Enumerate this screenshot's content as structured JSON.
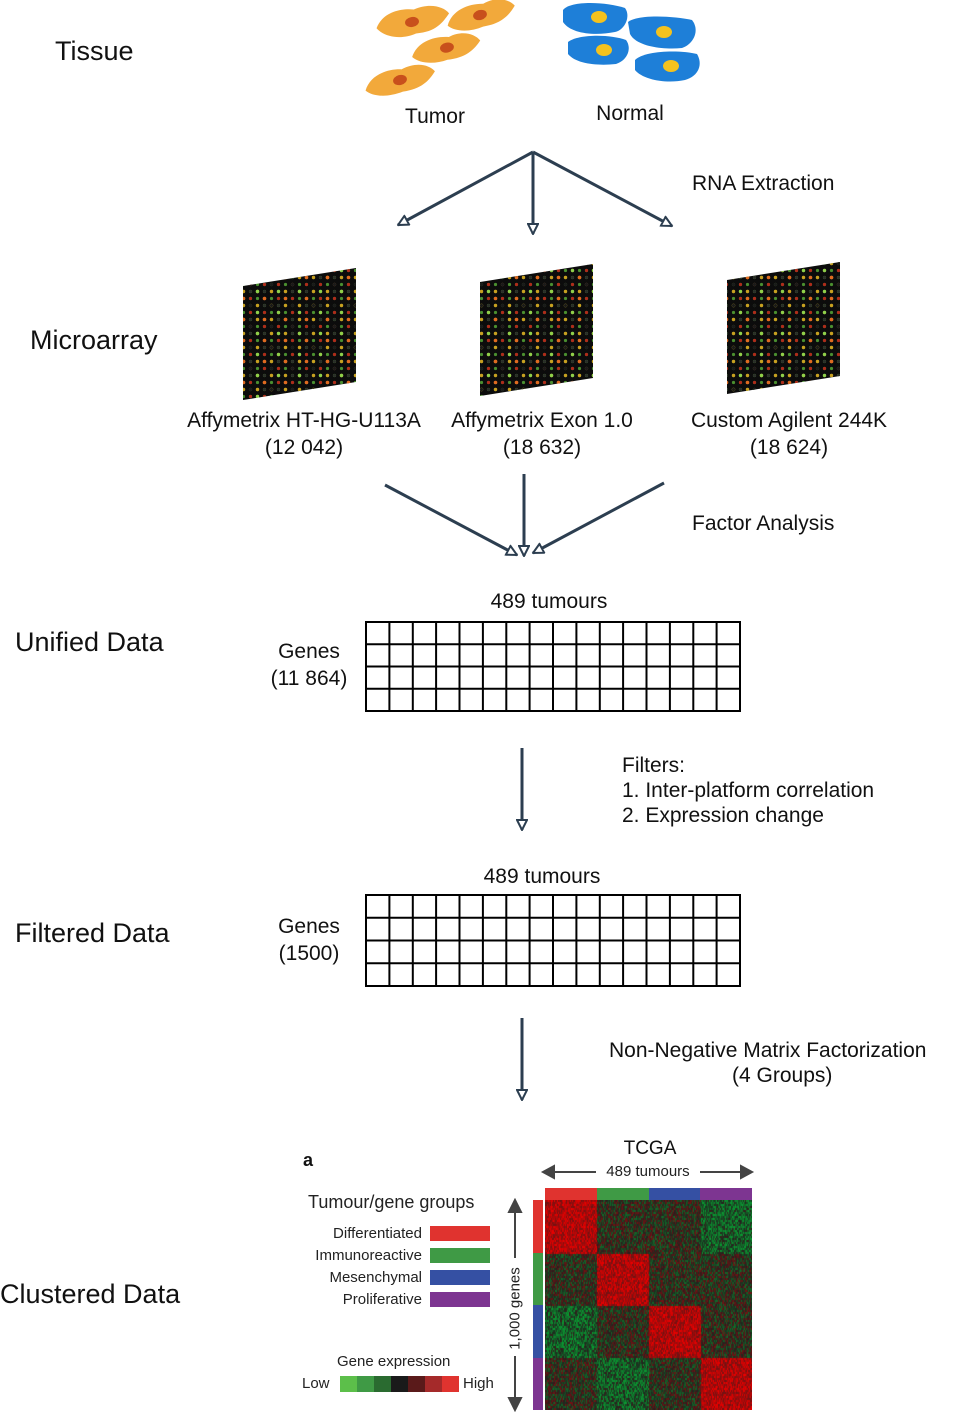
{
  "stages": {
    "tissue": "Tissue",
    "microarray": "Microarray",
    "unified": "Unified Data",
    "filtered": "Filtered Data",
    "clustered": "Clustered Data"
  },
  "tissue": {
    "tumor": "Tumor",
    "normal": "Normal"
  },
  "steps": {
    "rna": "RNA Extraction",
    "factor": "Factor Analysis",
    "filters_title": "Filters:",
    "filters": [
      "1. Inter-platform correlation",
      "2. Expression change"
    ],
    "nmf_line1": "Non-Negative Matrix Factorization",
    "nmf_line2": "(4 Groups)"
  },
  "platforms": [
    {
      "name": "Affymetrix HT-HG-U113A",
      "count": "(12 042)"
    },
    {
      "name": "Affymetrix Exon 1.0",
      "count": "(18 632)"
    },
    {
      "name": "Custom Agilent 244K",
      "count": "(18 624)"
    }
  ],
  "unified": {
    "columns_label": "489 tumours",
    "rows_label": "Genes",
    "rows_count": "(11 864)"
  },
  "filtered": {
    "columns_label": "489 tumours",
    "rows_label": "Genes",
    "rows_count": "(1500)"
  },
  "heatmap": {
    "panel_letter": "a",
    "title": "TCGA",
    "columns_label": "489 tumours",
    "rows_label": "1,000 genes",
    "legend_title": "Tumour/gene groups",
    "groups": [
      {
        "name": "Differentiated",
        "color": "#e0332f"
      },
      {
        "name": "Immunoreactive",
        "color": "#3f9a45"
      },
      {
        "name": "Mesenchymal",
        "color": "#3550a3"
      },
      {
        "name": "Proliferative",
        "color": "#7d3591"
      }
    ],
    "expression_title": "Gene expression",
    "expression_low": "Low",
    "expression_high": "High",
    "expression_colors": [
      "#5cbf4a",
      "#3f9a45",
      "#2a6b30",
      "#1a1a1a",
      "#5a1a1a",
      "#a52a2a",
      "#e0332f"
    ]
  },
  "colors": {
    "tumor_cell": "#f2a93b",
    "tumor_nucleus": "#c8501c",
    "normal_cell": "#1e7fd8",
    "normal_nucleus": "#f4c21e",
    "arrow": "#2c3e50"
  }
}
